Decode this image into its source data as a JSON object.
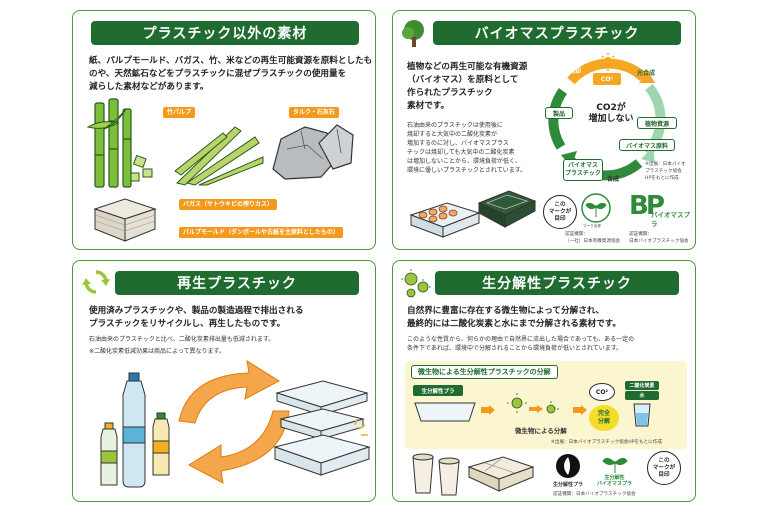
{
  "panel1": {
    "title": "プラスチック以外の素材",
    "desc": [
      "紙、パルプモールド、バガス、竹、米などの再生可能資源を原料としたも",
      "のや、天然鉱石などをプラスチックに混ぜプラスチックの使用量を",
      "減らした素材などがあります。"
    ],
    "tags": {
      "bamboo": "竹パルプ",
      "talc": "タルク・石灰石",
      "bagasse": "バガス（サトウキビの搾りカス）",
      "pulp": "パルプモールド（ダンボールや古紙を主原料としたもの）"
    }
  },
  "panel2": {
    "title": "バイオマスプラスチック",
    "desc": [
      "植物などの再生可能な有機資源",
      "（バイオマス）を原料として",
      "作られたプラスチック",
      "素材です。"
    ],
    "small": [
      "石油由来のプラスチックは使用後に",
      "焼却すると大気中の二酸化炭素が",
      "増加するのに対し、バイオマスプラス",
      "チックは焼却しても大気中の二酸化炭素",
      "は増加しないことから、環境負荷が低く、",
      "環境に優しいプラスチックとされています。"
    ],
    "cycle": {
      "co2": "CO²",
      "burn": "焼却",
      "photo": "光合成",
      "center": [
        "CO2が",
        "増加しない"
      ],
      "product": "製品",
      "resource": "植物資源",
      "material": "バイオマス原料",
      "biomass_plastic": [
        "バイオマス",
        "プラスチック"
      ],
      "synth": "合成"
    },
    "source": [
      "※出展：日本バイオ",
      "プラスチック協会",
      "HPをもとに作成"
    ],
    "mark_label": [
      "この",
      "マークが",
      "目印"
    ],
    "mark_note": "マーク名称",
    "bp_logo": "BP",
    "bp_name": "バイオマスプラ",
    "approval1": [
      "認証機関：",
      "（一社）日本有機資源協会"
    ],
    "approval2": [
      "認証機関：",
      "日本バイオプラスチック協会"
    ]
  },
  "panel3": {
    "title": "再生プラスチック",
    "desc": [
      "使用済みプラスチックや、製品の製造過程で排出される",
      "プラスチックをリサイクルし、再生したものです。"
    ],
    "small": "石油由来のプラスチックと比べ、二酸化炭素排出量も低減されます。",
    "note": "※二酸化炭素低減効果は商品によって異なります。"
  },
  "panel4": {
    "title": "生分解性プラスチック",
    "desc": [
      "自然界に豊富に存在する微生物によって分解され、",
      "最終的には二酸化炭素と水にまで分解される素材です。"
    ],
    "small": [
      "このような性質から、何らかの理由で自然界に流出した場合であっても、ある一定の",
      "条件下であれば、環境中で分解されることから環境負荷が低いとされています。"
    ],
    "diagram": {
      "header": "微生物による生分解性プラスチックの分解",
      "label": "生分解性プラ",
      "process": "微生物による分解",
      "co2": "CO²",
      "gas": "二酸化炭素",
      "water": "水",
      "done": [
        "完全",
        "分解"
      ],
      "source": "※出展：日本バイオプラスチック協会HPをもとに作成"
    },
    "logo1": "生分解性プラ",
    "logo2": [
      "生分解性",
      "バイオマスプラ"
    ],
    "mark_label": [
      "この",
      "マークが",
      "目印"
    ],
    "approval": "認証機関：日本バイオプラスチック協会"
  }
}
